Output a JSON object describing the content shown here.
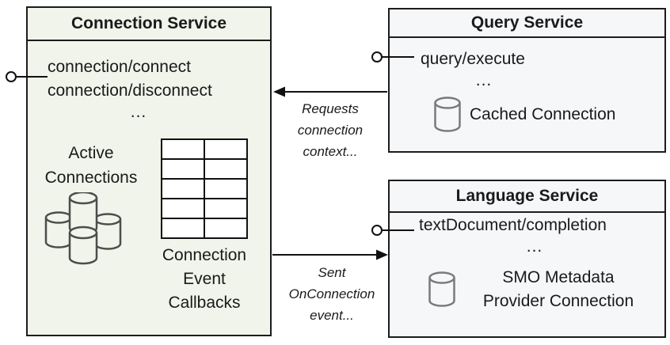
{
  "connection_service": {
    "title": "Connection Service",
    "methods": [
      "connection/connect",
      "connection/disconnect",
      "..."
    ],
    "active_connections_label": "Active\nConnections",
    "callbacks_label": "Connection\nEvent\nCallbacks"
  },
  "query_service": {
    "title": "Query Service",
    "methods": [
      "query/execute",
      "..."
    ],
    "cached_connection_label": "Cached Connection"
  },
  "language_service": {
    "title": "Language Service",
    "methods": [
      "textDocument/completion",
      "..."
    ],
    "smo_connection_label": "SMO Metadata\nProvider Connection"
  },
  "edges": {
    "requests_label": "Requests\nconnection\ncontext...",
    "sent_label": "Sent\nOnConnection\nevent..."
  },
  "icons": {
    "database_cluster": "database-cluster-icon",
    "database": "database-icon",
    "lollipop": "interface-lollipop-icon",
    "callback_grid": "callback-grid-icon"
  },
  "colors": {
    "connection_box_fill": "#f1f4ea",
    "service_box_fill": "#f6f7f9",
    "border": "#1c1c1c",
    "text": "#1a1a1a",
    "cluster_stroke": "#4d4d4d",
    "cylinder_stroke": "#7a7a7a"
  }
}
